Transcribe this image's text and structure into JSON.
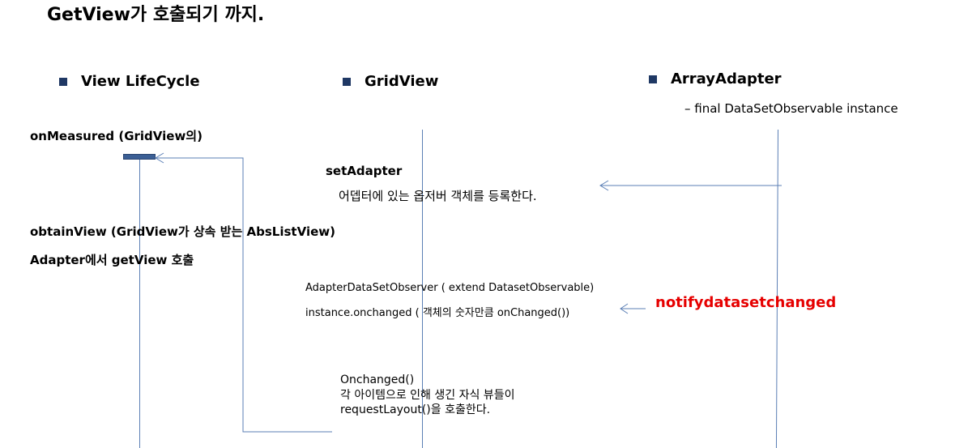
{
  "title": "GetView가 호출되기 까지.",
  "columns": [
    {
      "label": "View LifeCycle"
    },
    {
      "label": "GridView"
    },
    {
      "label": "ArrayAdapter"
    }
  ],
  "array_adapter_sub": "– final DataSetObservable instance",
  "left_notes": {
    "on_measured": "onMeasured  (GridView의)",
    "obtain_view": "obtainView (GridView가 상속 받는 AbsListView)",
    "adapter_getview": "Adapter에서 getView 호출"
  },
  "set_adapter": {
    "label": "setAdapter",
    "desc": "어뎁터에 있는 옵저버 객체를 등록한다."
  },
  "observer": {
    "line1": "AdapterDataSetObserver ( extend DatasetObservable)",
    "line2": "instance.onchanged ( 객체의 숫자만큼 onChanged())"
  },
  "notify": {
    "label": "notifydatasetchanged",
    "color": "#e60000"
  },
  "onchanged": {
    "line1": "Onchanged()",
    "line2": "각 아이템으로 인해 생긴 자식 뷰들이",
    "line3": "requestLayout()을 호출한다."
  },
  "colors": {
    "lifeline": "#5b7fb5",
    "bullet": "#1f3864",
    "activation_bar": "#3b5f95"
  }
}
